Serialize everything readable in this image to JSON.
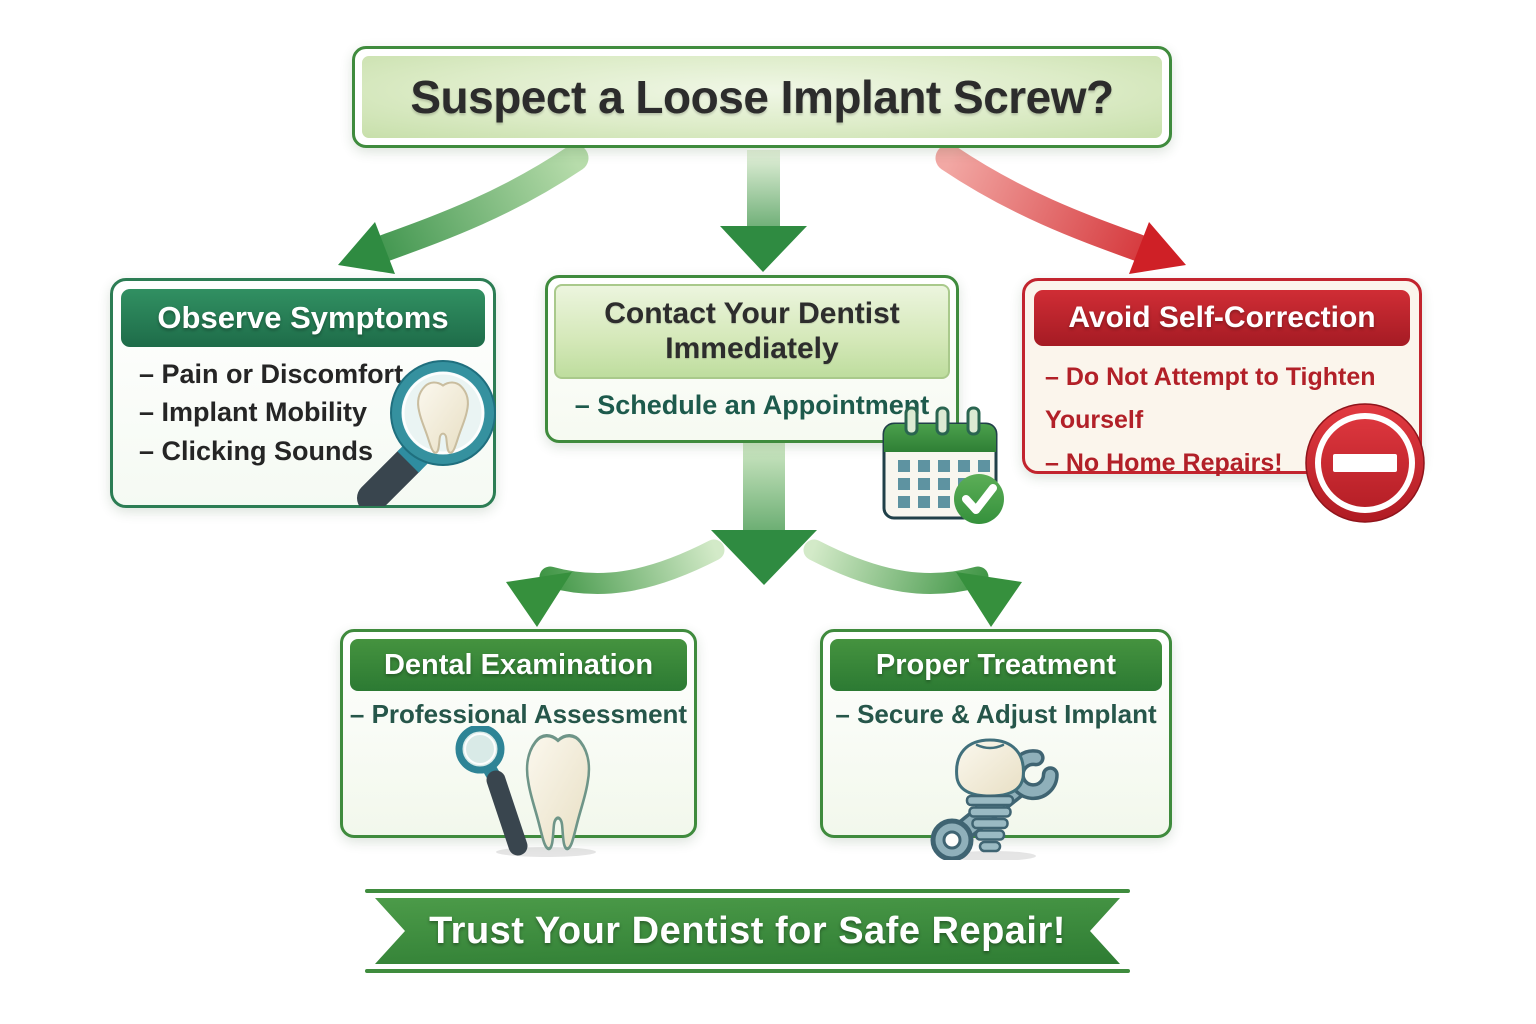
{
  "title": {
    "text": "Suspect a Loose Implant Screw?"
  },
  "nodes": {
    "observe": {
      "header": "Observe Symptoms",
      "bullets": [
        "– Pain or Discomfort",
        "– Implant Mobility",
        "– Clicking Sounds"
      ],
      "icon": "magnifying-glass-tooth-icon"
    },
    "contact": {
      "header": "Contact Your Dentist Immediately",
      "bullets": [
        "– Schedule an Appointment"
      ],
      "icon": "calendar-check-icon"
    },
    "avoid": {
      "header": "Avoid Self-Correction",
      "bullets": [
        "– Do Not Attempt to Tighten Yourself",
        "– No Home Repairs!"
      ],
      "icon": "no-entry-icon"
    },
    "examination": {
      "header": "Dental Examination",
      "bullets": [
        "– Professional Assessment"
      ],
      "icon": "dental-mirror-tooth-icon"
    },
    "treatment": {
      "header": "Proper Treatment",
      "bullets": [
        "– Secure & Adjust Implant"
      ],
      "icon": "implant-wrench-icon"
    }
  },
  "banner": {
    "text": "Trust Your Dentist for Safe Repair!"
  },
  "colors": {
    "box_border_green": "#3f8b3d",
    "emerald_header": "#2c7d54",
    "bottom_header_green": "#3b8d3a",
    "light_green_fill": "#d4e8b8",
    "red": "#c2242e",
    "red_dark": "#a51b24",
    "cream_body": "#fbf5ec",
    "arrow_green": "#2f8b41",
    "arrow_red": "#cf2026",
    "teal_icon": "#2e8c9c",
    "title_text": "#2c2c2c",
    "body_text_dark": "#252525",
    "body_text_green": "#1d5a4c",
    "banner_green": "#3c8c3c"
  }
}
